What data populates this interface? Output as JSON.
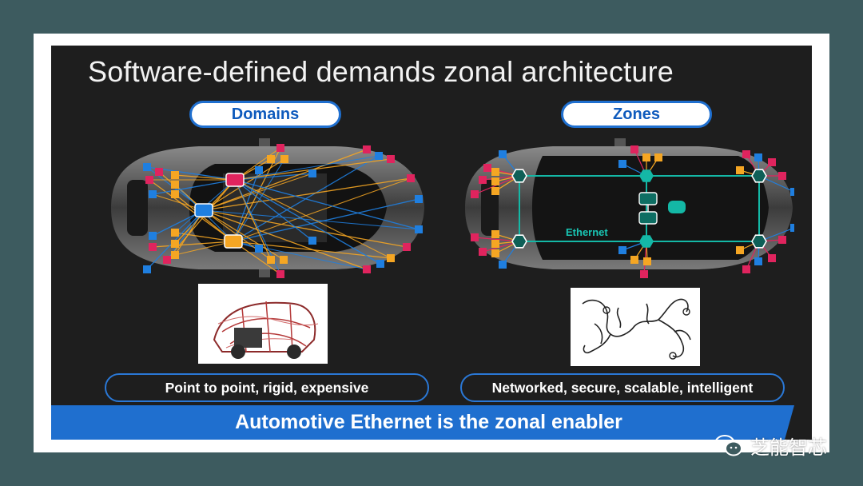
{
  "slide": {
    "title": "Software-defined demands zonal architecture",
    "left_panel": {
      "heading": "Domains",
      "caption": "Point to point, rigid, expensive"
    },
    "right_panel": {
      "heading": "Zones",
      "network_label": "Ethernet",
      "caption": "Networked, secure, scalable, intelligent"
    },
    "banner": "Automotive Ethernet is the zonal enabler"
  },
  "watermark": {
    "text": "芝能智芯",
    "icon": "wechat-icon"
  },
  "colors": {
    "background": "#3d5b5f",
    "slide": "#1e1e1e",
    "accent_blue": "#1f6fcf",
    "node_red": "#e0245e",
    "node_orange": "#f5a623",
    "node_blue": "#1f7fe0",
    "zone_teal": "#14b8a6"
  }
}
